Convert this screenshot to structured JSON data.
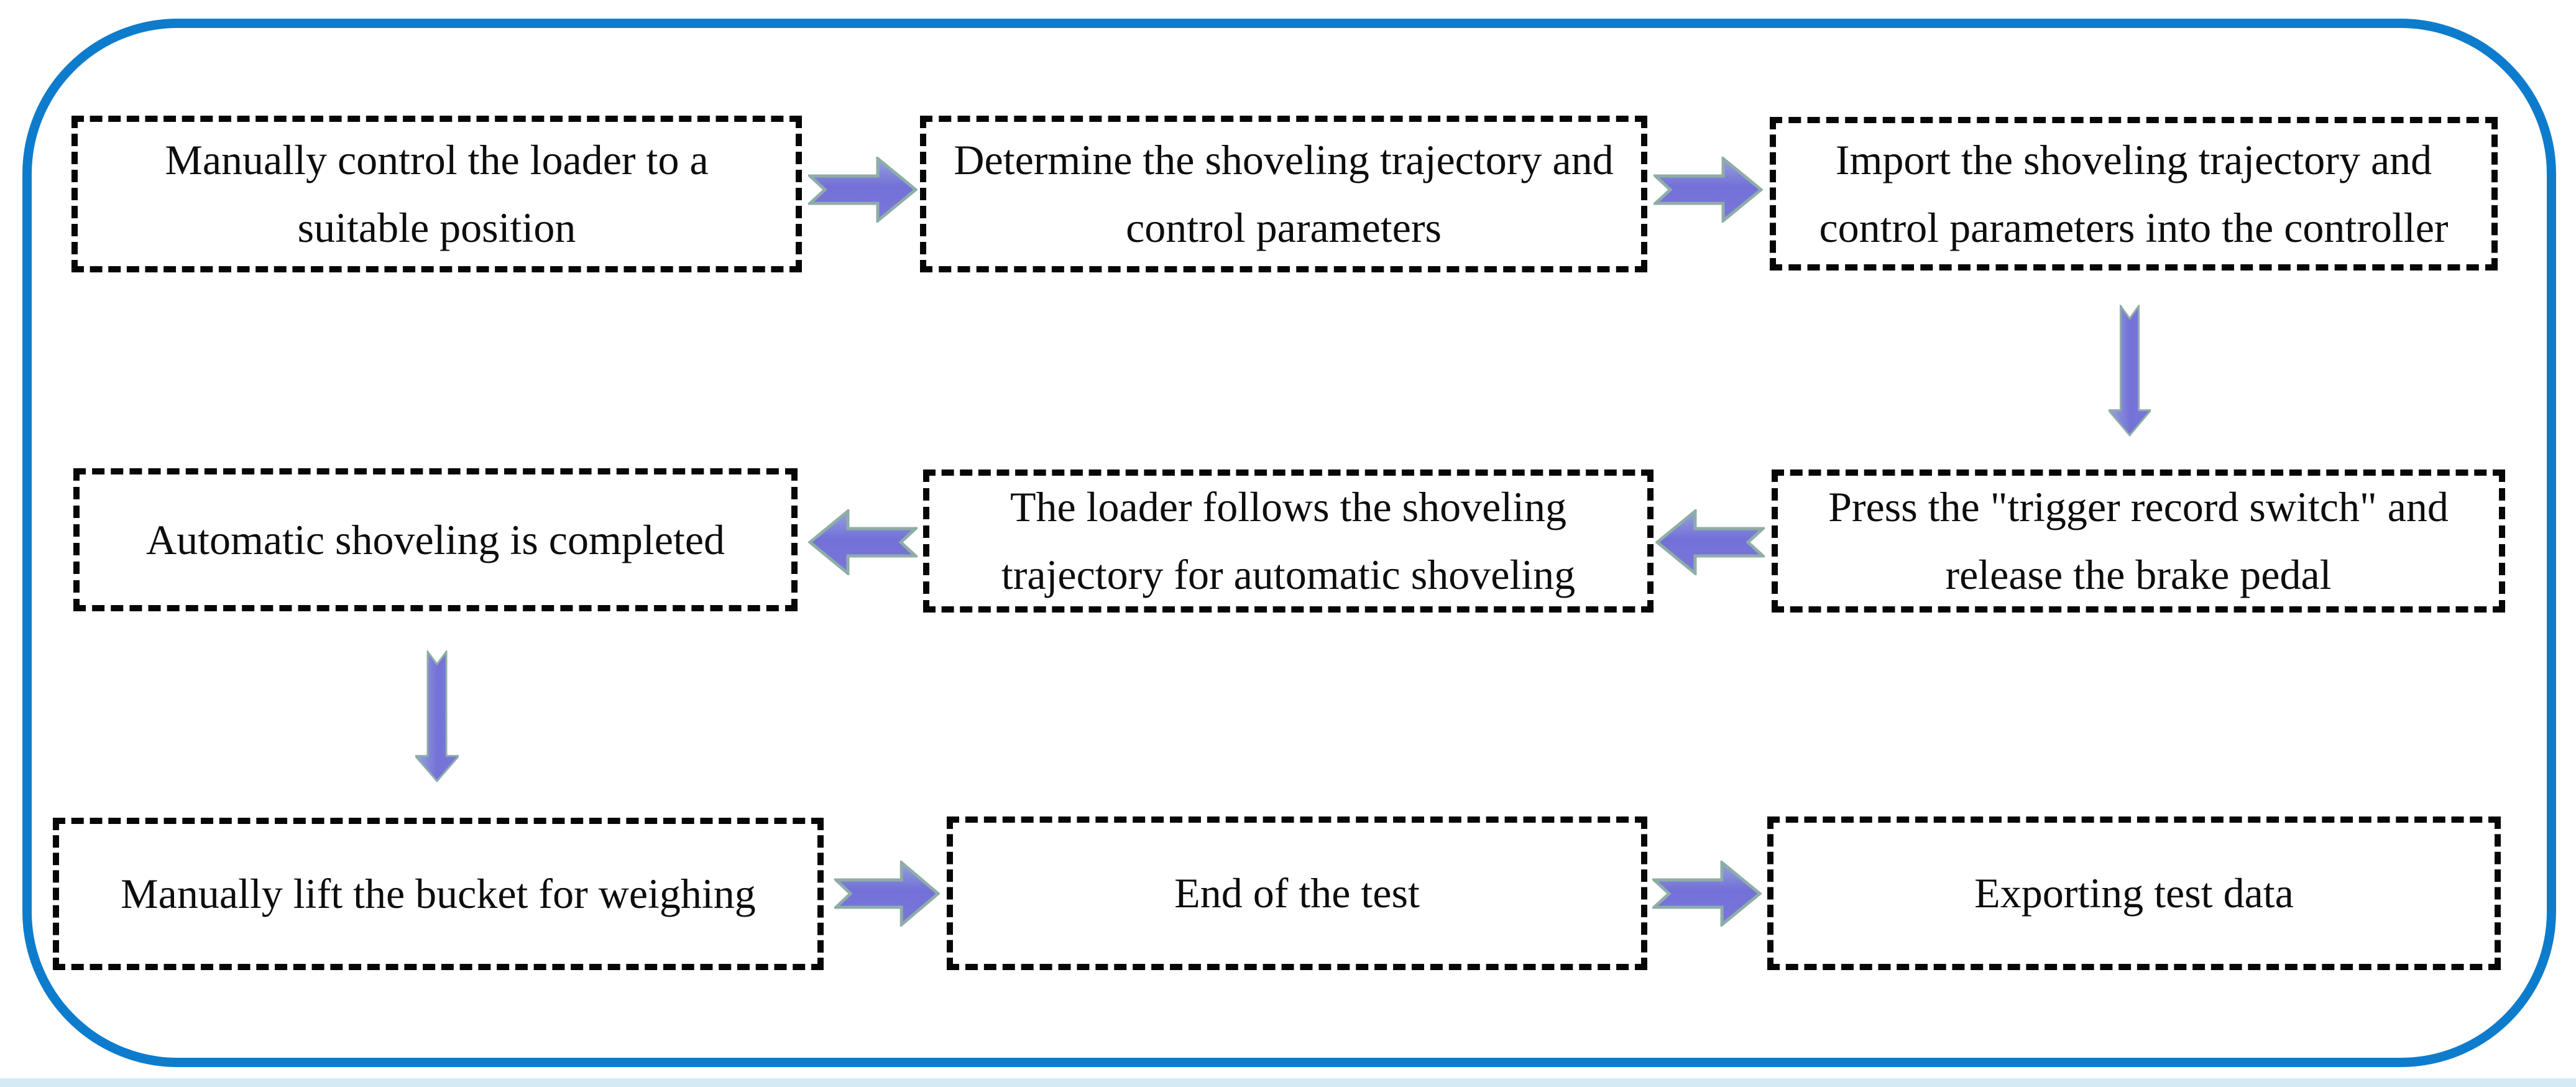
{
  "figure": {
    "kind": "flowchart",
    "background": "#ffffff",
    "frame_border_color": "#0d7ccd",
    "box_border_color": "#070707",
    "text_color": "#0d0d0d",
    "arrow_fill_color": "#7472d8",
    "arrow_outline_color": "#8fada8",
    "bottom_strip_color": "#d6eaf6"
  },
  "nodes": [
    {
      "id": "n1",
      "label": "Manually control the loader to a suitable position"
    },
    {
      "id": "n2",
      "label": "Determine the shoveling trajectory and control parameters"
    },
    {
      "id": "n3",
      "label": "Import the shoveling trajectory and control parameters into the controller"
    },
    {
      "id": "n4",
      "label": "Press the \"trigger record switch\" and release the brake pedal"
    },
    {
      "id": "n5",
      "label": "The loader follows the shoveling trajectory for automatic shoveling"
    },
    {
      "id": "n6",
      "label": "Automatic shoveling is completed"
    },
    {
      "id": "n7",
      "label": "Manually lift the bucket for weighing"
    },
    {
      "id": "n8",
      "label": "End of the test"
    },
    {
      "id": "n9",
      "label": "Exporting test data"
    }
  ],
  "edges": [
    {
      "from": "n1",
      "to": "n2",
      "direction": "right"
    },
    {
      "from": "n2",
      "to": "n3",
      "direction": "right"
    },
    {
      "from": "n3",
      "to": "n4",
      "direction": "down"
    },
    {
      "from": "n4",
      "to": "n5",
      "direction": "left"
    },
    {
      "from": "n5",
      "to": "n6",
      "direction": "left"
    },
    {
      "from": "n6",
      "to": "n7",
      "direction": "down"
    },
    {
      "from": "n7",
      "to": "n8",
      "direction": "right"
    },
    {
      "from": "n8",
      "to": "n9",
      "direction": "right"
    }
  ]
}
